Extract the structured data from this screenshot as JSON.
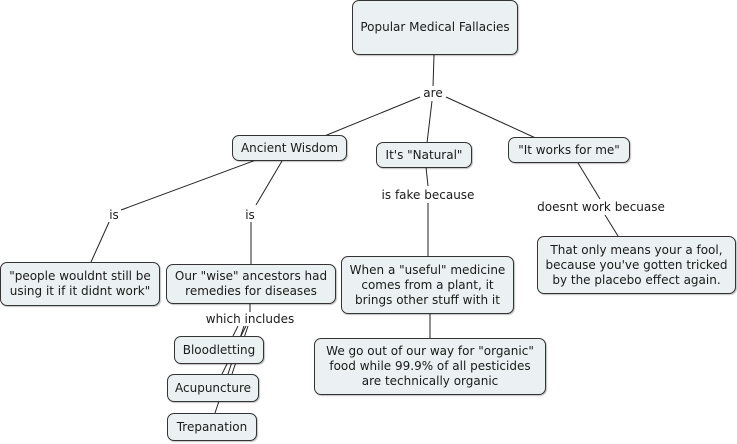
{
  "diagram": {
    "title": "Popular Medical Fallacies",
    "nodes": {
      "root": "Popular Medical Fallacies",
      "ancient_wisdom": "Ancient Wisdom",
      "natural": "It's \"Natural\"",
      "works_for_me": "\"It works for me\"",
      "people_wouldnt": "\"people wouldnt still be\nusing it if it didnt work\"",
      "wise_ancestors": "Our \"wise\" ancestors had\nremedies for diseases",
      "useful_medicine": "When a \"useful\" medicine\ncomes from a plant, it\nbrings other stuff with it",
      "organic": "We go out of our way for \"organic\"\nfood while 99.9% of all pesticides\nare technically organic",
      "placebo": "That only means your a fool,\nbecause you've gotten tricked\nby the placebo effect again.",
      "bloodletting": "Bloodletting",
      "acupuncture": "Acupuncture",
      "trepanation": "Trepanation"
    },
    "link_labels": {
      "are": "are",
      "is_left": "is",
      "is_right": "is",
      "is_fake_because": "is fake because",
      "doesnt_work_because": "doesnt work becuase",
      "which_includes": "which includes"
    }
  }
}
